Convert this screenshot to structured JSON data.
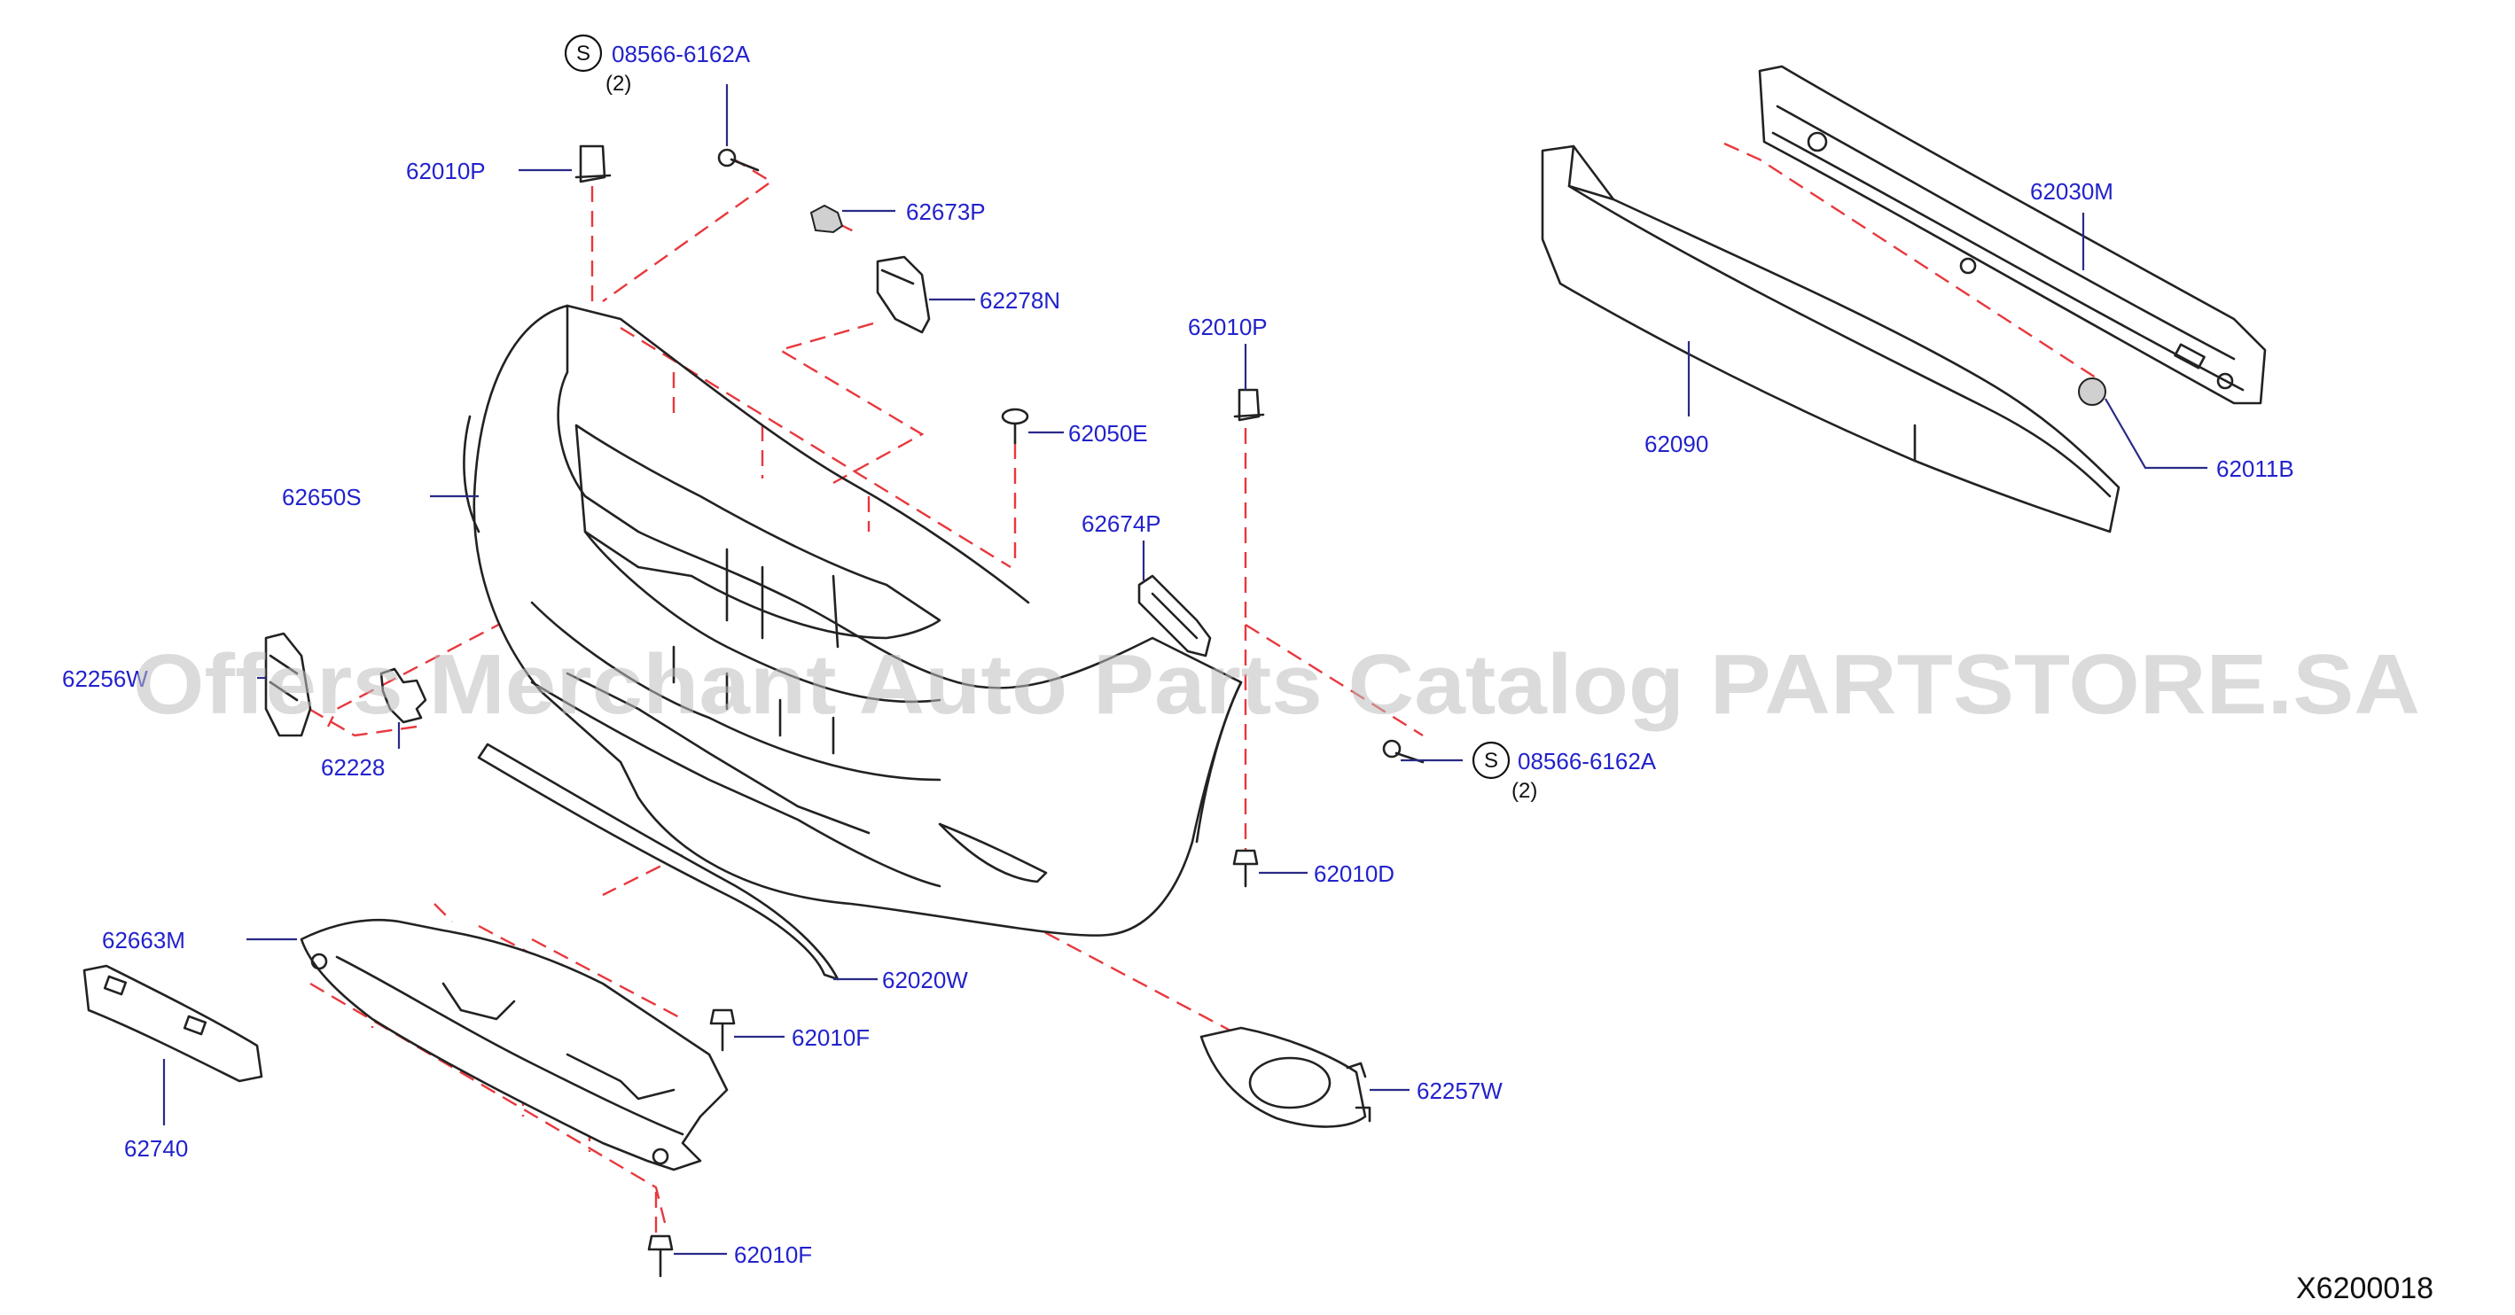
{
  "labels": {
    "p08566_top": "08566-6162A",
    "p08566_top_qty": "(2)",
    "p62010P_left": "62010P",
    "p62673P": "62673P",
    "p62278N": "62278N",
    "p62010P_right": "62010P",
    "p62050E": "62050E",
    "p62650S": "62650S",
    "p62674P": "62674P",
    "p62256W": "62256W",
    "p62228": "62228",
    "p08566_right": "08566-6162A",
    "p08566_right_qty": "(2)",
    "p62010D": "62010D",
    "p62663M": "62663M",
    "p62020W": "62020W",
    "p62010F_upper": "62010F",
    "p62740": "62740",
    "p62257W": "62257W",
    "p62010F_lower": "62010F",
    "p62030M": "62030M",
    "p62090": "62090",
    "p62011B": "62011B"
  },
  "symbols": {
    "s_mark": "S"
  },
  "watermark": "Offers Merchant Auto Parts Catalog PARTSTORE.SA",
  "diagram_ref": "X6200018",
  "colors": {
    "label": "#2222cc",
    "dash": "#e8383d",
    "line": "#222222"
  }
}
